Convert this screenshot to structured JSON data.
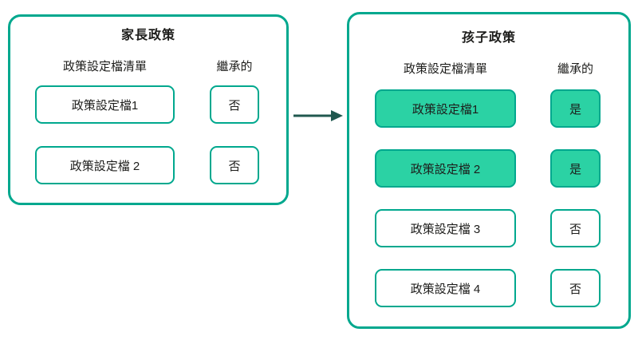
{
  "diagram_title": "policy-profile-inheritance",
  "colors": {
    "panel_border": "#00a88e",
    "box_border": "#00a88e",
    "highlight_fill": "#2bd2a4",
    "arrow": "#20584f",
    "text": "#1d1d1b",
    "background": "#ffffff"
  },
  "parent_panel": {
    "title": "家長政策",
    "columns": {
      "profiles": "政策設定檔清單",
      "inherited": "繼承的"
    },
    "rows": [
      {
        "profile": "政策設定檔1",
        "inherited": "否",
        "highlighted": false
      },
      {
        "profile": "政策設定檔 2",
        "inherited": "否",
        "highlighted": false
      }
    ]
  },
  "child_panel": {
    "title": "孩子政策",
    "columns": {
      "profiles": "政策設定檔清單",
      "inherited": "繼承的"
    },
    "rows": [
      {
        "profile": "政策設定檔1",
        "inherited": "是",
        "highlighted": true
      },
      {
        "profile": "政策設定檔 2",
        "inherited": "是",
        "highlighted": true
      },
      {
        "profile": "政策設定檔 3",
        "inherited": "否",
        "highlighted": false
      },
      {
        "profile": "政策設定檔 4",
        "inherited": "否",
        "highlighted": false
      }
    ]
  }
}
